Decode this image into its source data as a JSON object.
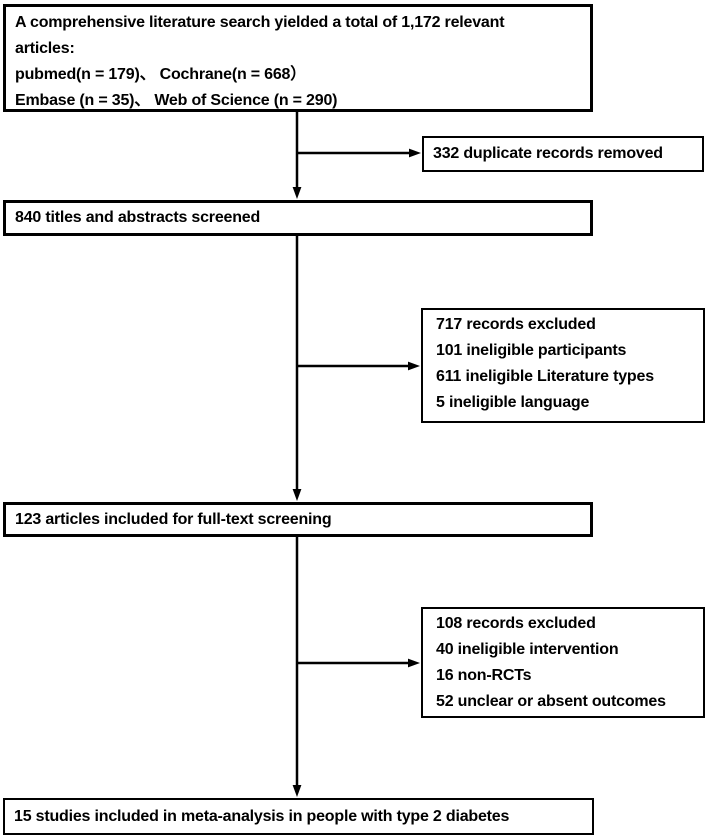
{
  "diagram": {
    "kind": "literature-screening-flowchart",
    "background_color": "#ffffff",
    "line_color": "#000000",
    "text_color": "#000000",
    "boxes": {
      "search": {
        "lines": [
          "A comprehensive literature search yielded a total of 1,172 relevant",
          "articles:",
          "pubmed(n = 179)、 Cochrane(n = 668）",
          "Embase (n = 35)、 Web of Science (n = 290)"
        ]
      },
      "duplicates_removed": {
        "label": "332 duplicate records removed"
      },
      "titles_abstracts_screened": {
        "label": "840 titles and abstracts screened"
      },
      "records_excluded_screening": {
        "lines": [
          "717 records excluded",
          "101 ineligible participants",
          "611 ineligible Literature types",
          "5 ineligible language"
        ]
      },
      "fulltext_screening": {
        "label": "123 articles included for full-text screening"
      },
      "records_excluded_fulltext": {
        "lines": [
          "108 records excluded",
          "40 ineligible intervention",
          "16 non-RCTs",
          "52 unclear or absent outcomes"
        ]
      },
      "included_meta_analysis": {
        "label": "15 studies included in meta-analysis in people with type 2 diabetes"
      }
    }
  }
}
